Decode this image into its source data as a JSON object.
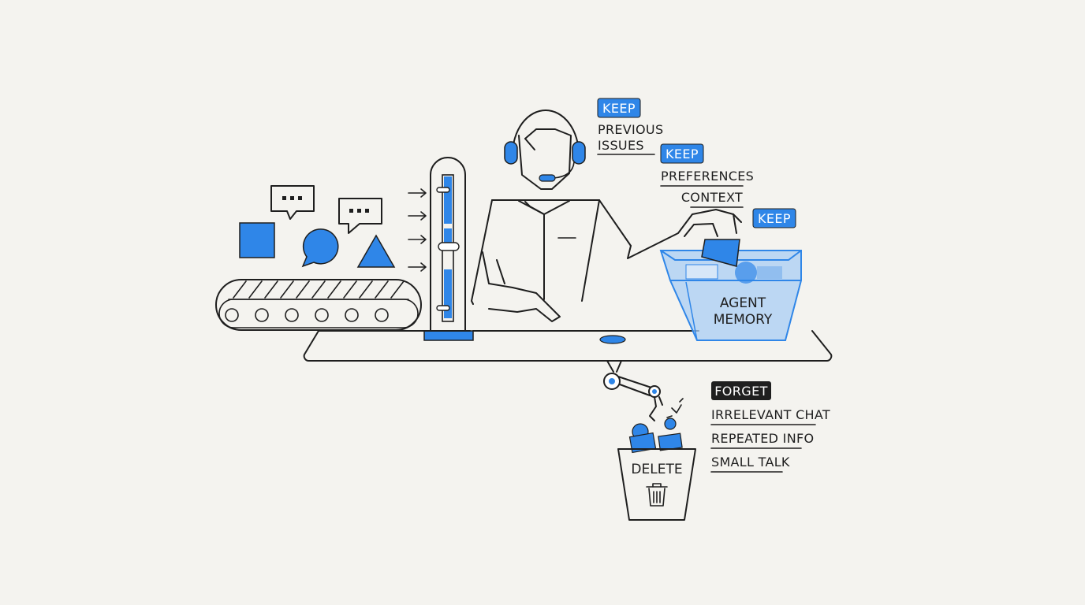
{
  "colors": {
    "background": "#f4f3ef",
    "ink": "#1e1e1e",
    "accent_blue": "#2f86e8",
    "accent_blue_light": "#a9cdf4",
    "forget_tag": "#1f1f1f"
  },
  "keep_groups": [
    {
      "tag": "KEEP",
      "lines": [
        "PREVIOUS",
        "ISSUES"
      ]
    },
    {
      "tag": "KEEP",
      "lines": [
        "PREFERENCES",
        "CONTEXT"
      ]
    },
    {
      "tag": "KEEP",
      "lines": []
    }
  ],
  "memory_bin": {
    "line1": "AGENT",
    "line2": "MEMORY"
  },
  "forget_group": {
    "tag": "FORGET",
    "items": [
      "IRRELEVANT CHAT",
      "REPEATED INFO",
      "SMALL TALK"
    ]
  },
  "delete_bin": {
    "label": "DELETE",
    "icon": "trash-icon"
  },
  "input_shapes": [
    "square",
    "speech-bubble",
    "speech-bubble",
    "circle-bubble",
    "triangle"
  ],
  "icons": [
    "headset-icon",
    "filter-column-icon",
    "conveyor-belt-icon",
    "robotic-arm-icon",
    "trash-icon"
  ]
}
